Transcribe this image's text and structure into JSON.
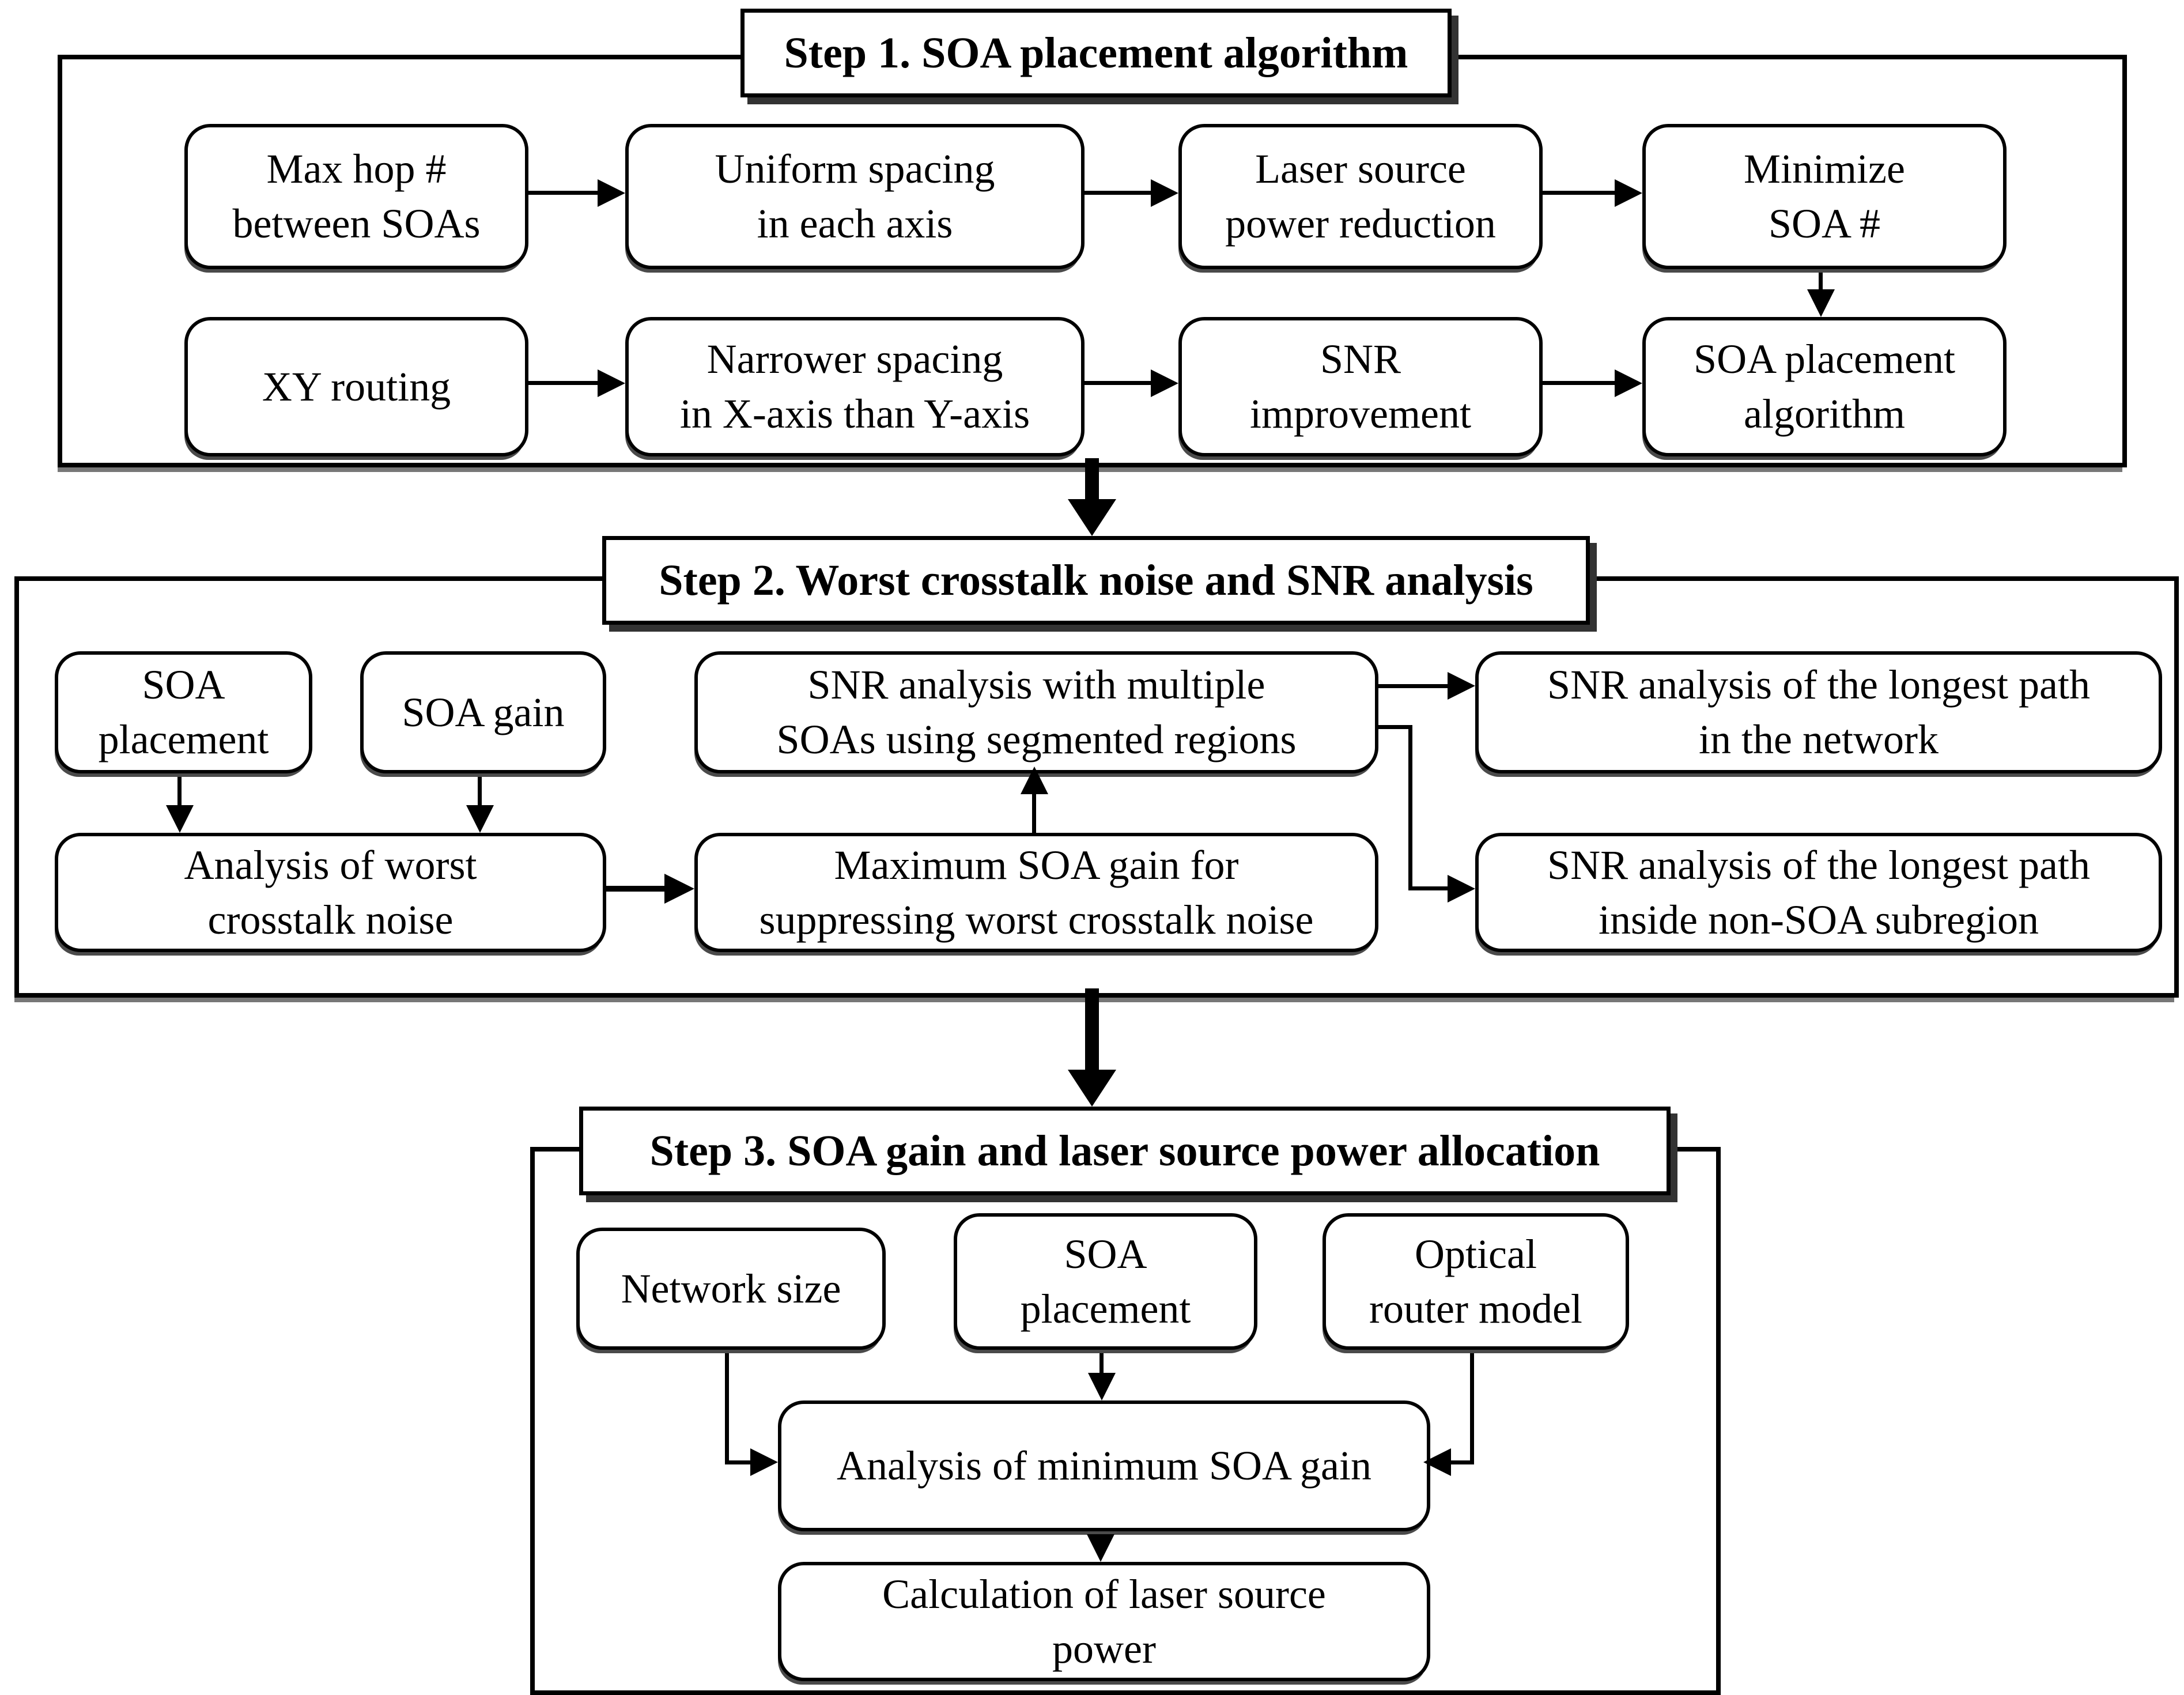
{
  "step1": {
    "title": "Step 1. SOA placement algorithm",
    "boxes": {
      "max_hop": [
        "Max hop #",
        "between SOAs"
      ],
      "uniform_spacing": [
        "Uniform spacing",
        "in each axis"
      ],
      "laser_source": [
        "Laser source",
        "power reduction"
      ],
      "minimize_soa": [
        "Minimize",
        "SOA #"
      ],
      "xy_routing": [
        "XY routing"
      ],
      "narrower_spacing": [
        "Narrower spacing",
        "in X-axis than Y-axis"
      ],
      "snr_improvement": [
        "SNR",
        "improvement"
      ],
      "soa_placement_algorithm": [
        "SOA placement",
        "algorithm"
      ]
    }
  },
  "step2": {
    "title": "Step 2. Worst crosstalk noise and SNR analysis",
    "boxes": {
      "soa_placement": [
        "SOA",
        "placement"
      ],
      "soa_gain": [
        "SOA gain"
      ],
      "snr_multiple": [
        "SNR analysis with multiple",
        "SOAs using segmented regions"
      ],
      "snr_longest_network": [
        "SNR analysis of the longest path",
        "in the network"
      ],
      "analysis_worst": [
        "Analysis of worst",
        "crosstalk noise"
      ],
      "max_soa_gain": [
        "Maximum SOA gain for",
        "suppressing worst crosstalk noise"
      ],
      "snr_longest_subregion": [
        "SNR analysis of the longest path",
        "inside non-SOA subregion"
      ]
    }
  },
  "step3": {
    "title": "Step 3. SOA gain and laser source power allocation",
    "boxes": {
      "network_size": [
        "Network size"
      ],
      "soa_placement": [
        "SOA",
        "placement"
      ],
      "optical_router": [
        "Optical",
        "router model"
      ],
      "min_soa_gain": [
        "Analysis of minimum SOA gain"
      ],
      "laser_power": [
        "Calculation of laser source",
        "power"
      ]
    }
  },
  "colors": {
    "stroke": "#000000",
    "background": "#ffffff",
    "shadow": "#333333"
  },
  "connections": [
    "max_hop -> uniform_spacing",
    "uniform_spacing -> laser_source",
    "laser_source -> minimize_soa",
    "xy_routing -> narrower_spacing",
    "narrower_spacing -> snr_improvement",
    "snr_improvement -> soa_placement_algorithm",
    "minimize_soa -> soa_placement_algorithm",
    "step1 -> step2",
    "soa_placement -> analysis_worst",
    "soa_gain -> analysis_worst",
    "analysis_worst -> max_soa_gain",
    "max_soa_gain -> snr_multiple",
    "snr_multiple -> snr_longest_network",
    "snr_multiple -> snr_longest_subregion",
    "step2 -> step3",
    "network_size -> min_soa_gain",
    "soa_placement -> min_soa_gain",
    "optical_router -> min_soa_gain",
    "min_soa_gain -> laser_power"
  ]
}
